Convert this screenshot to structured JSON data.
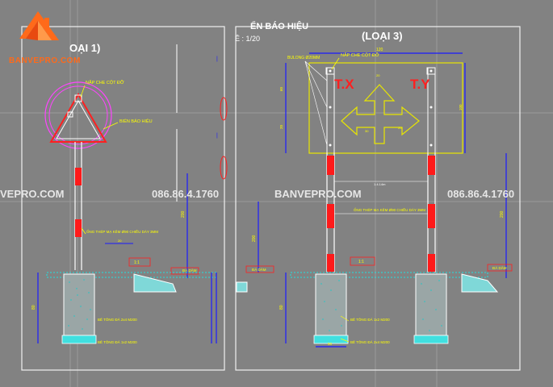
{
  "drawing": {
    "title_top": "ỂN BÁO HIỆU",
    "scale_label": "Ê : 1/20",
    "type1_label": "OẠI 1)",
    "type3_label": "(LOẠI 3)"
  },
  "watermark": {
    "brand": "BANVEPRO.COM",
    "brand_left": "VEPRO.COM",
    "phone": "086.86.4.1760"
  },
  "sign3": {
    "left_text": "T.X",
    "right_text": "T.Y"
  },
  "annotations": {
    "cap_left": "NẮP CHE CỘT ĐỠ",
    "cap_right": "NẮP CHE CỘT ĐỠ",
    "sign_board": "BIỂN BÁO HIỆU",
    "bolt": "BULONG Ø20MM",
    "pipe_left": "ỐNG THÉP MẠ KẼM Ø90 CHIỀU DÀY 3MM",
    "pipe_right": "ỐNG THÉP MẠ KẼM Ø90 CHIỀU DÀY 3MM",
    "slope_left": "1:1",
    "slope_right": "1:1",
    "concrete1": "BÊ TÔNG ĐÁ 2x4 M200",
    "concrete2": "BÊ TÔNG ĐÁ 1x2 M200",
    "concrete3": "BÊ TÔNG ĐÁ 1x2 M200",
    "concrete4": "BÊ TÔNG ĐÁ 2x4 M200",
    "gravel_left": "ĐÁ DĂM",
    "gravel_right": "ĐÁ DĂM"
  },
  "dims": {
    "d_top": "120",
    "d_100": "100",
    "d_60": "60",
    "d_20": "20",
    "d_200": "200",
    "d_80": "80",
    "d_50": "50",
    "d_30": "30",
    "d_140": "1.4.14m"
  },
  "colors": {
    "background": "#828282",
    "frame": "#ffffff",
    "sign_line": "#e8e600",
    "annotation": "#ffff00",
    "dimension": "#1a1aff",
    "red": "#ff1a1a",
    "magenta": "#ff44ff",
    "cyan": "#00ffff",
    "watermark": "#e6e6e6",
    "logo": "#ff6a1a"
  },
  "icons": {
    "logo": "house-roof-icon",
    "arrow": "direction-arrow-icon",
    "triangle": "warning-triangle-icon"
  }
}
